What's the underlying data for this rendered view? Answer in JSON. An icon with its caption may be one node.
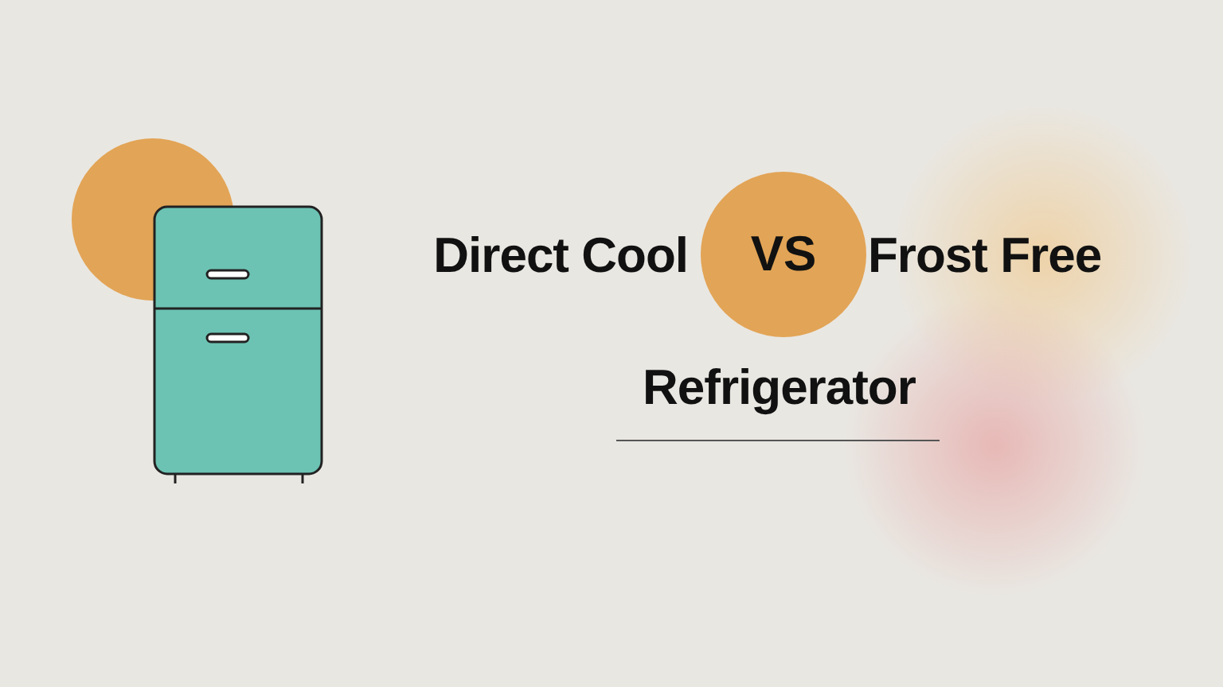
{
  "diagram": {
    "nodes": [
      {
        "text": [
          "VS"
        ]
      }
    ],
    "labels": [
      "Direct Cool",
      "Frost Free",
      "Refrigerator"
    ]
  }
}
